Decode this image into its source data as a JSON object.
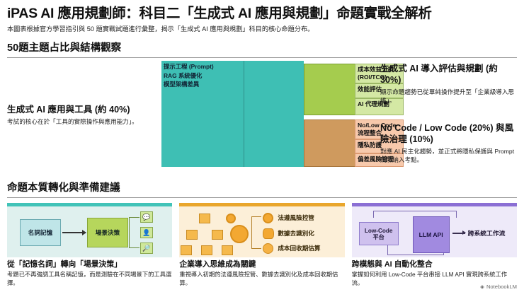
{
  "header": {
    "title": "iPAS AI 應用規劃師：科目二「生成式 AI 應用與規劃」命題實戰全解析",
    "subtitle": "本圖表根據官方學習指引與 50 題實戰試題進行彙整，揭示「生成式 AI 應用與規劃」科目的核心命題分布。"
  },
  "section1": {
    "title": "50題主題占比與結構觀察",
    "left_block": {
      "title": "生成式 AI 應用與工具 (約 40%)",
      "desc": "考試的核心在於「工具的實際操作與應用能力」。"
    },
    "right_blocks": [
      {
        "title": "生成式 AI 導入評估與規劃 (約 30%)",
        "desc": "顯示命題趨勢已從單純操作提升至「企業級導入思維」。"
      },
      {
        "title": "No Code / Low Code (20%) 與風險治理 (10%)",
        "desc": "對應 AI 民主化趨勢，並正式將隱私保護與 Prompt 風險納入考點。"
      }
    ]
  },
  "chart_data": {
    "type": "treemap",
    "title": "50題主題占比與結構觀察",
    "unit": "percent",
    "nodes": [
      {
        "label": "提示工程 (Prompt)\nRAG 系統優化\n模型架構差異",
        "group": "生成式 AI 應用與工具",
        "value": 40,
        "color": "#3ebfb4"
      },
      {
        "label": "成本效益分析 (ROI/TCO)",
        "group": "生成式 AI 導入評估與規劃",
        "value": 14,
        "color": "#a5cc4e"
      },
      {
        "label": "效能評估",
        "group": "生成式 AI 導入評估與規劃",
        "value": 9,
        "color": "#a5cc4e"
      },
      {
        "label": "AI 代理規劃",
        "group": "生成式 AI 導入評估與規劃",
        "value": 7,
        "color": "#a5cc4e"
      },
      {
        "label": "No/Low Code 流程整合",
        "group": "No Code / Low Code",
        "value": 20,
        "color": "#cf9a5e"
      },
      {
        "label": "隱私防護",
        "group": "風險治理",
        "value": 6,
        "color": "#f3833f"
      },
      {
        "label": "偏差風險管理",
        "group": "風險治理",
        "value": 4,
        "color": "#f3833f"
      }
    ],
    "groups": [
      {
        "name": "生成式 AI 應用與工具",
        "value": 40,
        "color": "#3ebfb4"
      },
      {
        "name": "生成式 AI 導入評估與規劃",
        "value": 30,
        "color": "#a5cc4e"
      },
      {
        "name": "No Code / Low Code",
        "value": 20,
        "color": "#cf9a5e"
      },
      {
        "name": "風險治理",
        "value": 10,
        "color": "#f3833f"
      }
    ]
  },
  "treemap": {
    "teal_label": "提示工程 (Prompt)\nRAG 系統優化\n模型架構差異",
    "strips": [
      "成本效益分析\n(ROI/TCO)",
      "效能評估",
      "AI 代理規劃",
      "No/Low Code\n流程整合",
      "隱私防護",
      "偏差風險管理"
    ]
  },
  "section2": {
    "title": "命題本質轉化與準備建議",
    "cards": [
      {
        "accent": "#41c3b8",
        "diagram": {
          "node_a": "名詞記憶",
          "node_b": "場景決策"
        },
        "title": "從「記憶名詞」轉向「場景決策」",
        "desc": "考題已不再強調工具名稱記憶，而是測驗在不同場景下的工具選擇。"
      },
      {
        "accent": "#e9a62c",
        "diagram": {
          "items": [
            "法遵風險控管",
            "數據去識別化",
            "成本回收期估算"
          ]
        },
        "title": "企業導入思維成為關鍵",
        "desc": "重視導入初期的法遵風險控管、數據去識別化及成本回收期估算。"
      },
      {
        "accent": "#8b6fd4",
        "diagram": {
          "node_a": "Low-Code\n平台",
          "node_b": "LLM API",
          "output": "跨系統工作流"
        },
        "title": "跨模態與 AI 自動化整合",
        "desc": "掌握如何利用 Low-Code 平台串接 LLM API 實現跨系統工作流。"
      }
    ]
  },
  "footer": {
    "icon": "notebooklm-logo-icon",
    "label": "NotebookLM"
  }
}
